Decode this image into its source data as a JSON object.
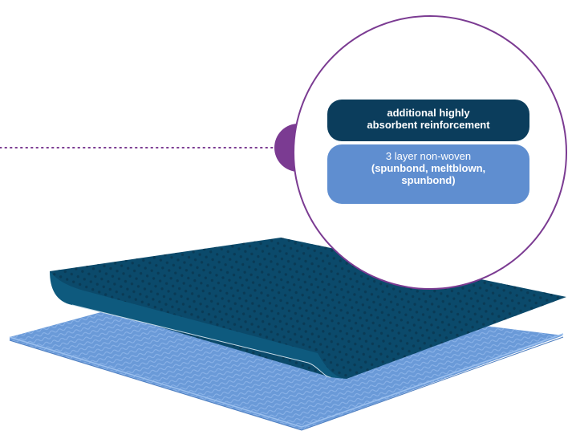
{
  "callout": {
    "top_label_line1": "additional highly",
    "top_label_line2": "absorbent reinforcement",
    "bottom_label_line1": "3 layer non-woven",
    "bottom_label_line2": "(spunbond, meltblown,",
    "bottom_label_line3": "spunbond)"
  },
  "colors": {
    "top_layer": "#0b4a6b",
    "top_layer_dots": "#0a3b56",
    "bottom_layer": "#6a9ad8",
    "bottom_layer_edge": "#7fa9e0",
    "callout_circle": "#7b3b92",
    "top_pill": "#0b3d5c",
    "bottom_pill": "#5f8ed0"
  }
}
